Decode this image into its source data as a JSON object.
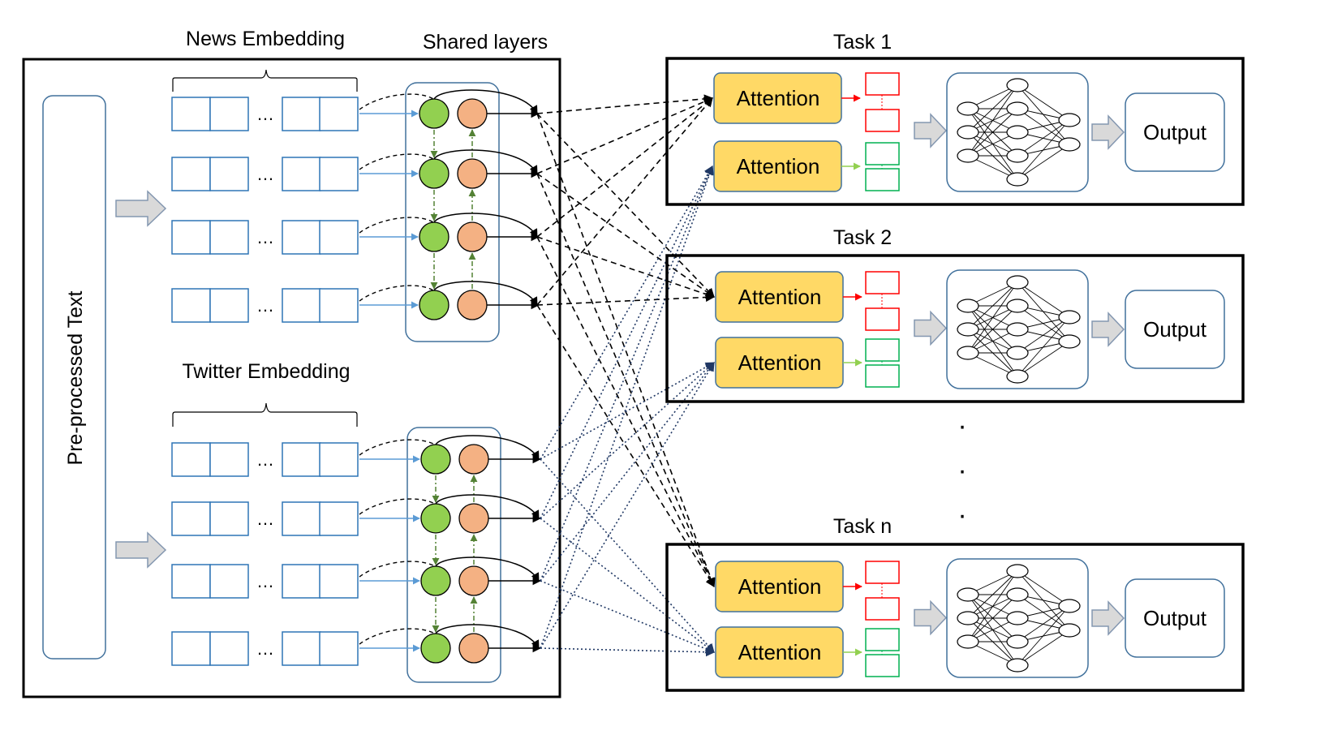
{
  "labels": {
    "preprocessed": "Pre-processed Text",
    "news_embedding": "News Embedding",
    "twitter_embedding": "Twitter Embedding",
    "shared_layers": "Shared layers",
    "ellipsis": "…",
    "vdots": "·"
  },
  "tasks": [
    {
      "title": "Task 1",
      "attention_top": "Attention",
      "attention_bottom": "Attention",
      "output": "Output"
    },
    {
      "title": "Task 2",
      "attention_top": "Attention",
      "attention_bottom": "Attention",
      "output": "Output"
    },
    {
      "title": "Task n",
      "attention_top": "Attention",
      "attention_bottom": "Attention",
      "output": "Output"
    }
  ],
  "colors": {
    "encoder_node": "#92d050",
    "decoder_node": "#f4b183",
    "attention_fill": "#ffd966",
    "embedding_border": "#2e75b6",
    "panel_border": "#41719c",
    "red_box": "#ff0000",
    "green_box": "#00b050",
    "news_link": "#000000",
    "twitter_link": "#203864"
  }
}
